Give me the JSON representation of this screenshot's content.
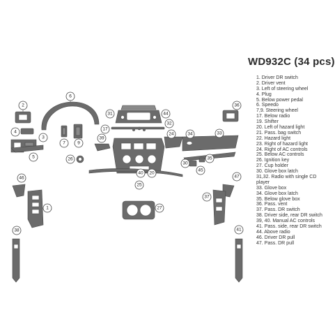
{
  "title": "WD932C (34 pcs)",
  "legend": [
    "1. Driver DR switch",
    "2. Driver vent",
    "3. Left of steering wheel",
    "4. Plug",
    "5. Below power pedal",
    "6. Speedo",
    "7,9. Steering wheel",
    "17. Below radio",
    "19. Shifter",
    "20. Left of hazard light",
    "21. Pass. bag switch",
    "22. Hazard light",
    "23. Right of hazard light",
    "24. Right of AC controls",
    "25. Below AC controls",
    "26. Ignition key",
    "27. Cup holder",
    "30. Glove box latch",
    "31,32. Radio with single CD",
    "player",
    "33. Glove box",
    "34. Glove box latch",
    "35. Below glove box",
    "36. Pass. vent",
    "37. Pass. DR switch",
    "38. Driver side, rear DR switch",
    "39, 40. Manual AC controls",
    "41. Pass. side, rear DR switch",
    "44. Above radio",
    "46. Driver DR pull",
    "47. Pass. DR pull"
  ],
  "callouts": [
    {
      "id": "driver-vent",
      "label": "2"
    },
    {
      "id": "speedo",
      "label": "6"
    },
    {
      "id": "radio-top",
      "label": "31"
    },
    {
      "id": "above-radio",
      "label": "44"
    },
    {
      "id": "radio-right",
      "label": "32"
    },
    {
      "id": "pass-vent",
      "label": "36"
    },
    {
      "id": "below-radio",
      "label": "17"
    },
    {
      "id": "plug",
      "label": "4"
    },
    {
      "id": "left-of-wheel",
      "label": "3"
    },
    {
      "id": "steering-wheel-7",
      "label": "7"
    },
    {
      "id": "steering-wheel-9",
      "label": "9"
    },
    {
      "id": "below-pedal",
      "label": "5"
    },
    {
      "id": "manual-ac-39",
      "label": "39"
    },
    {
      "id": "right-of-ac",
      "label": "24"
    },
    {
      "id": "glove-box",
      "label": "33"
    },
    {
      "id": "ignition-key",
      "label": "26"
    },
    {
      "id": "below-glove-box",
      "label": "35"
    },
    {
      "id": "glove-latch-30",
      "label": "30"
    },
    {
      "id": "glove-latch-34",
      "label": "34"
    },
    {
      "id": "manual-ac-40",
      "label": "40"
    },
    {
      "id": "ac-20",
      "label": "20"
    },
    {
      "id": "below-ac",
      "label": "25"
    },
    {
      "id": "driver-dr-pull",
      "label": "46"
    },
    {
      "id": "pass-dr-pull",
      "label": "47"
    },
    {
      "id": "driver-dr-switch",
      "label": "1"
    },
    {
      "id": "pass-dr-switch",
      "label": "37"
    },
    {
      "id": "cup-holder",
      "label": "27"
    },
    {
      "id": "rear-driver-switch",
      "label": "38"
    },
    {
      "id": "rear-pass-switch",
      "label": "41"
    },
    {
      "id": "ac-45",
      "label": "45"
    }
  ]
}
